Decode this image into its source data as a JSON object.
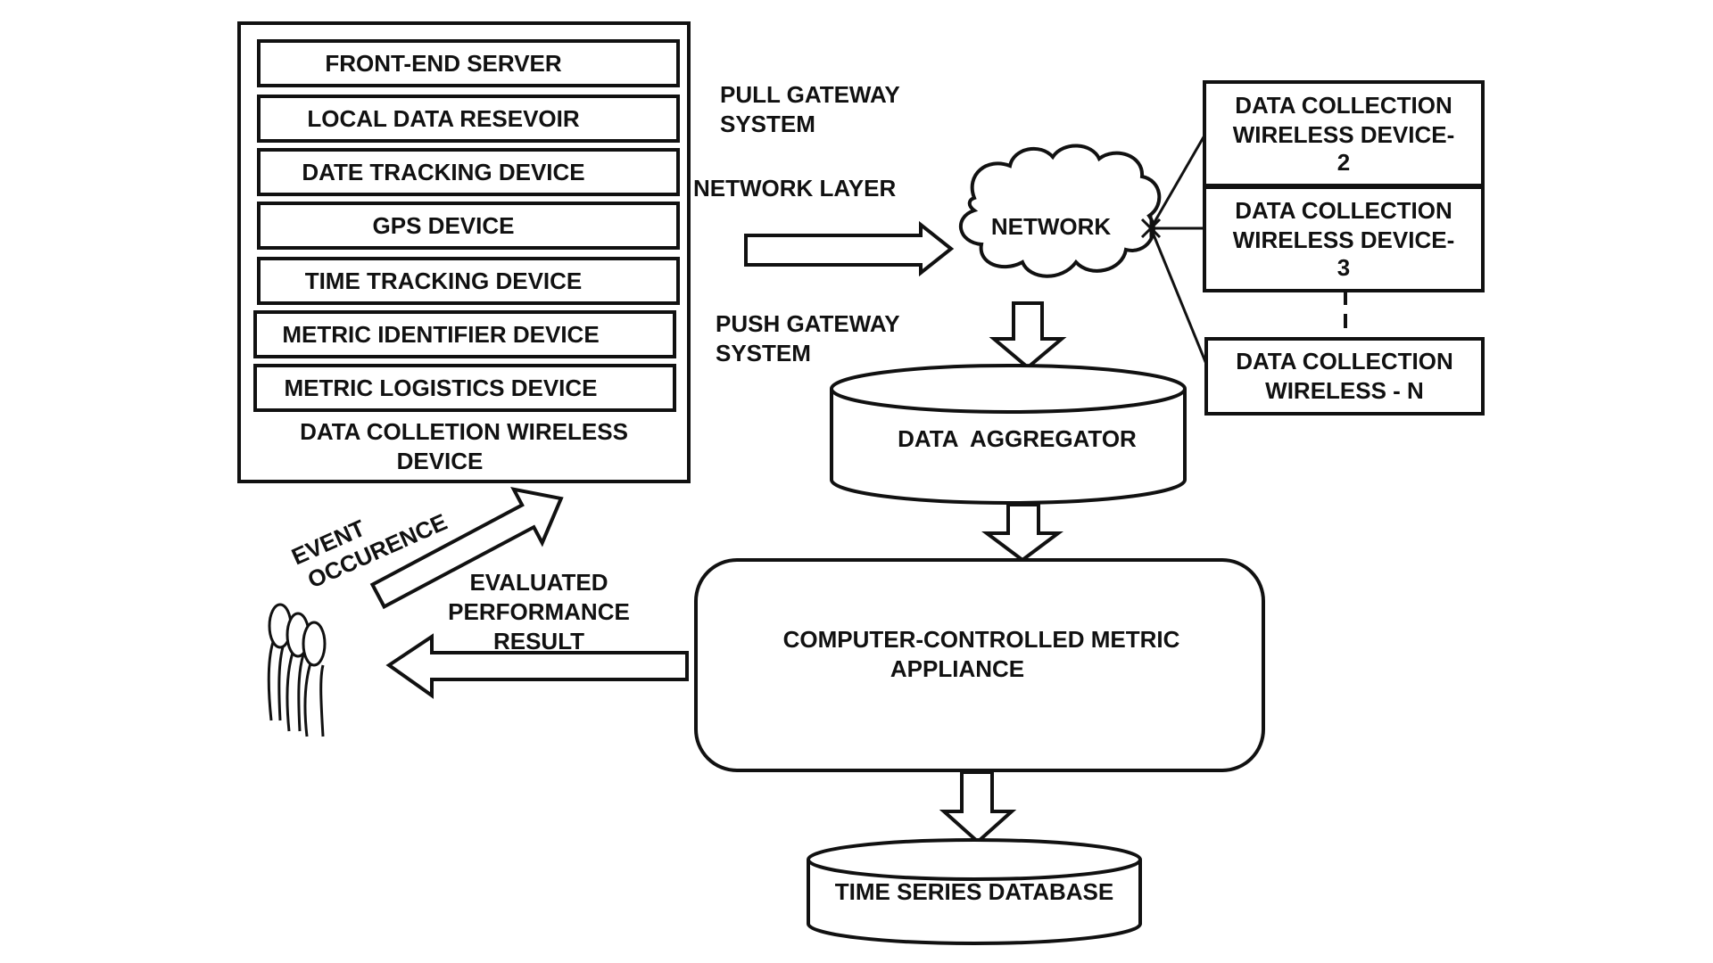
{
  "device_panel": {
    "items": [
      "FRONT-END SERVER",
      "LOCAL DATA RESEVOIR",
      "DATE TRACKING DEVICE",
      "GPS DEVICE",
      "TIME TRACKING DEVICE",
      "METRIC IDENTIFIER DEVICE",
      "METRIC LOGISTICS DEVICE"
    ],
    "caption_line1": "DATA COLLETION WIRELESS",
    "caption_line2": "DEVICE"
  },
  "labels": {
    "pull_gateway_1": "PULL GATEWAY",
    "pull_gateway_2": "SYSTEM",
    "network_layer": "NETWORK LAYER",
    "push_gateway_1": "PUSH GATEWAY",
    "push_gateway_2": "SYSTEM",
    "network": "NETWORK",
    "data_aggregator": "DATA  AGGREGATOR",
    "appliance_1": "COMPUTER-CONTROLLED METRIC",
    "appliance_2": "APPLIANCE",
    "time_series_db": "TIME SERIES DATABASE",
    "event_1": "EVENT",
    "event_2": "OCCURENCE",
    "evaluated_1": "EVALUATED",
    "evaluated_2": "PERFORMANCE",
    "evaluated_3": "RESULT"
  },
  "wireless_devices": [
    {
      "line1": "DATA COLLECTION",
      "line2": "WIRELESS DEVICE-",
      "line3": "2"
    },
    {
      "line1": "DATA COLLECTION",
      "line2": "WIRELESS DEVICE-",
      "line3": "3"
    },
    {
      "line1": "DATA COLLECTION",
      "line2": "WIRELESS - N"
    }
  ]
}
